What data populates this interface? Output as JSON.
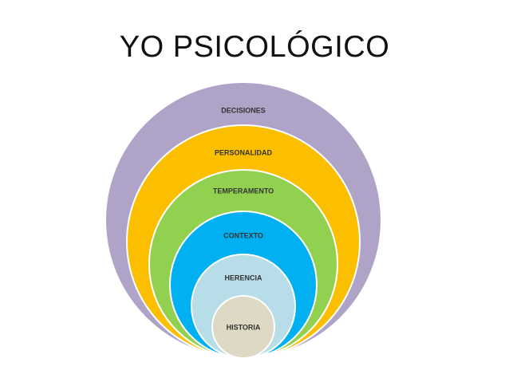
{
  "title": "YO PSICOLÓGICO",
  "layers": [
    {
      "label": "DECISIONES",
      "color": "#b0a3c8"
    },
    {
      "label": "PERSONALIDAD",
      "color": "#fcbf00"
    },
    {
      "label": "TEMPERAMENTO",
      "color": "#92d050"
    },
    {
      "label": "CONTEXTO",
      "color": "#00b0f0"
    },
    {
      "label": "HERENCIA",
      "color": "#b6dde8"
    },
    {
      "label": "HISTORIA",
      "color": "#ddd9c4"
    }
  ]
}
